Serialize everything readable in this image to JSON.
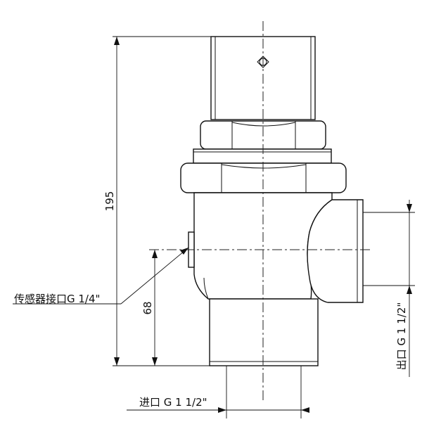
{
  "drawing": {
    "labels": {
      "sensor_port": "传感器接口G 1/4\"",
      "outlet": "出口 G 1 1/2\"",
      "inlet": "进口 G 1 1/2\""
    },
    "dimensions": {
      "overall_height": "195",
      "port_height": "68"
    }
  }
}
